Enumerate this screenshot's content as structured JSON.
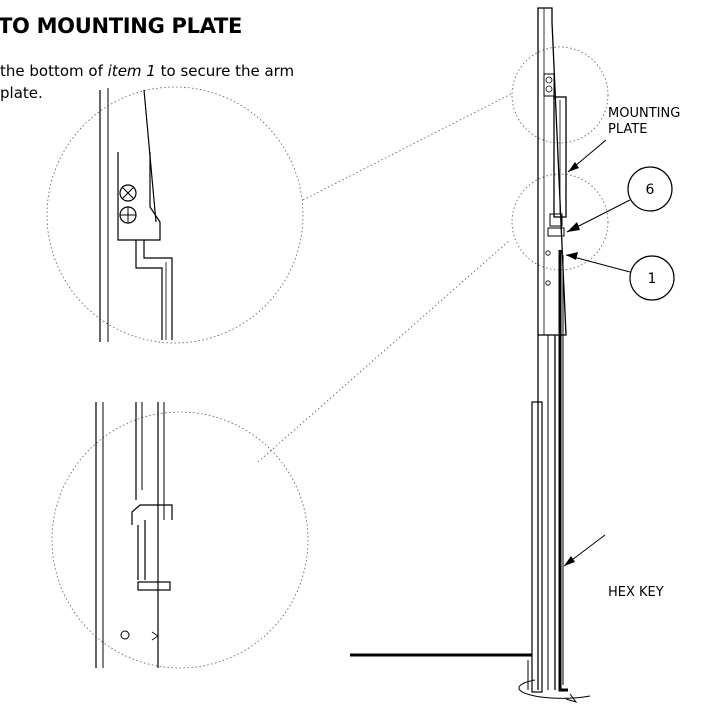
{
  "title": "TO MOUNTING PLATE",
  "body": {
    "line1_before": "the bottom of ",
    "line1_item": "item 1",
    "line1_after": " to secure the arm",
    "line2": "plate."
  },
  "labels": {
    "mounting_plate_line1": "MOUNTING",
    "mounting_plate_line2": "PLATE",
    "hex_key": "HEX KEY",
    "callout_6": "6",
    "callout_1": "1"
  }
}
